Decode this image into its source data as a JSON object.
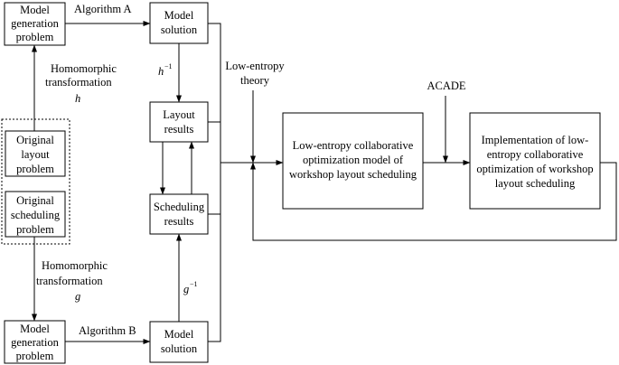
{
  "boxes": {
    "model_gen_top": [
      "Model",
      "generation",
      "problem"
    ],
    "model_solution_top": [
      "Model",
      "solution"
    ],
    "layout_results": [
      "Layout",
      "results"
    ],
    "scheduling_results": [
      "Scheduling",
      "results"
    ],
    "original_layout": [
      "Original",
      "layout",
      "problem"
    ],
    "original_scheduling": [
      "Original",
      "scheduling",
      "problem"
    ],
    "model_gen_bottom": [
      "Model",
      "generation",
      "problem"
    ],
    "model_solution_bottom": [
      "Model",
      "solution"
    ],
    "low_entropy_model": [
      "Low-entropy collaborative",
      "optimization model of",
      "workshop layout scheduling"
    ],
    "implementation": [
      "Implementation of low-",
      "entropy collaborative",
      "optimization of workshop",
      "layout scheduling"
    ]
  },
  "labels": {
    "algorithm_a": "Algorithm A",
    "algorithm_b": "Algorithm B",
    "homomorphic_top": [
      "Homomorphic",
      "transformation"
    ],
    "homomorphic_bottom": [
      "Homomorphic",
      "transformation"
    ],
    "h_symbol": "h",
    "h_inverse": "h",
    "g_symbol": "g",
    "g_inverse": "g",
    "inverse_exp": "−1",
    "low_entropy_theory": [
      "Low-entropy",
      "theory"
    ],
    "acade": "ACADE"
  }
}
